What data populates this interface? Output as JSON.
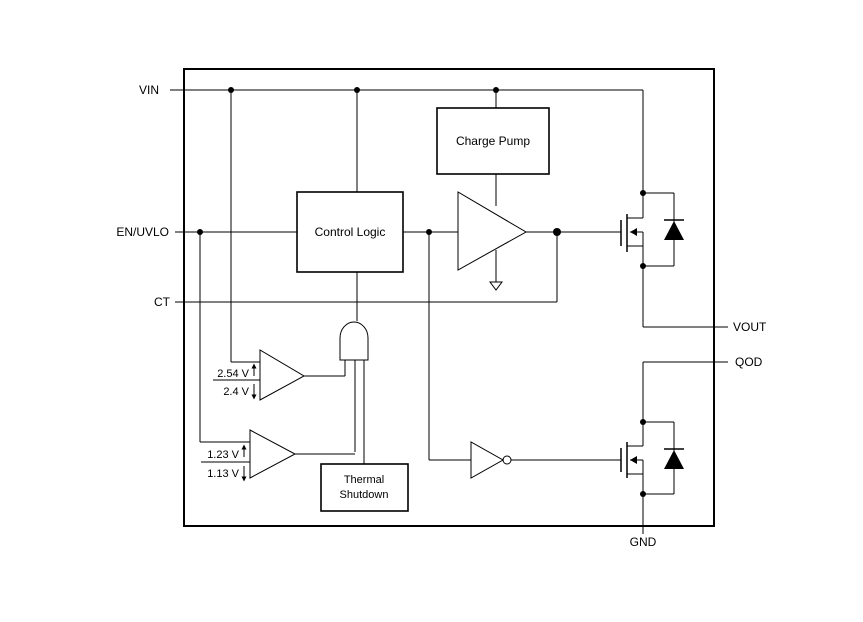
{
  "pins": {
    "vin": "VIN",
    "en_uvlo": "EN/UVLO",
    "ct": "CT",
    "vout": "VOUT",
    "qod": "QOD",
    "gnd": "GND"
  },
  "blocks": {
    "charge_pump": "Charge Pump",
    "control_logic": "Control Logic",
    "thermal_line1": "Thermal",
    "thermal_line2": "Shutdown"
  },
  "thresholds": {
    "vin_rising": "2.54 V",
    "vin_falling": "2.4 V",
    "en_rising": "1.23 V",
    "en_falling": "1.13 V"
  }
}
